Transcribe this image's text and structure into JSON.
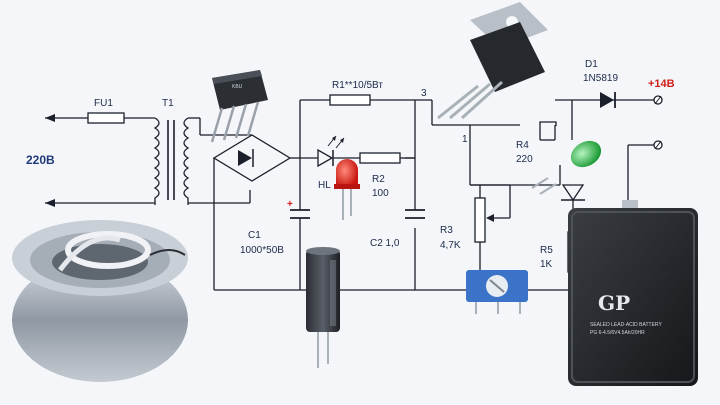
{
  "labels": {
    "input_voltage": "220В",
    "fuse": "FU1",
    "transformer": "T1",
    "r1": "R1**10/5Вт",
    "r2_name": "R2",
    "r2_value": "100",
    "led_hl": "HL",
    "c1_name": "C1",
    "c1_value": "1000*50В",
    "c2": "C2 1,0",
    "r3_name": "R3",
    "r3_value": "4,7K",
    "r4_name": "R4",
    "r4_value": "220",
    "r5_name": "R5",
    "r5_value": "1K",
    "d1_name": "D1",
    "d1_part": "1N5819",
    "output_voltage": "+14В",
    "pin_1": "1",
    "pin_3": "3"
  },
  "battery": {
    "brand": "GP",
    "line1": "SEALED LEAD-ACID BATTERY",
    "line2": "PG 6-4.5/6V4.5Ah/20HR"
  },
  "colors": {
    "wire": "#1a1f2b",
    "label": "#1b2a4a",
    "accent_red": "#d0201b",
    "led_red": "#e2231a",
    "led_green": "#2fbf4a"
  }
}
